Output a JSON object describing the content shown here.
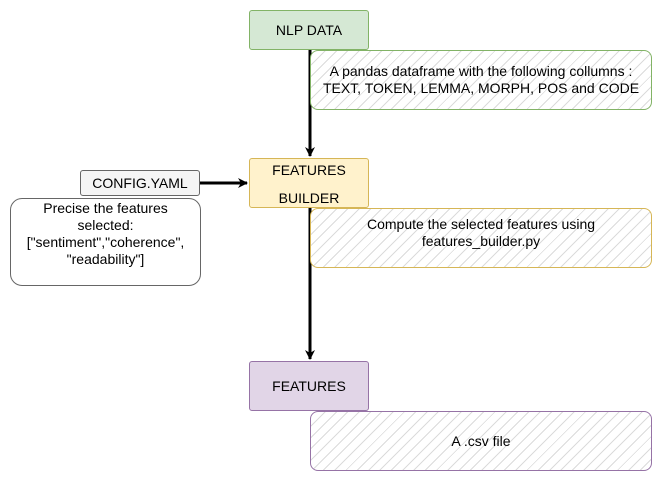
{
  "nodes": {
    "nlp_data": {
      "label": "NLP DATA"
    },
    "nlp_data_note": {
      "line1": "A pandas dataframe with the following collumns :",
      "line2": "TEXT, TOKEN, LEMMA, MORPH, POS and CODE"
    },
    "features_builder": {
      "line1": "FEATURES",
      "line2": "BUILDER"
    },
    "builder_note": {
      "line1": "Compute the selected features using",
      "line2": "features_builder.py"
    },
    "config": {
      "label": "CONFIG.YAML"
    },
    "config_note": {
      "line1": "Precise the features",
      "line2": "selected:",
      "line3": "[\"sentiment\",\"coherence\",",
      "line4": "\"readability\"]"
    },
    "features": {
      "label": "FEATURES"
    },
    "features_note": {
      "label": "A .csv file"
    }
  },
  "colors": {
    "green_fill": "#d5e8d4",
    "green_stroke": "#82b366",
    "yellow_fill": "#fff2cc",
    "yellow_stroke": "#d6b656",
    "purple_fill": "#e1d5e7",
    "purple_stroke": "#9673a6",
    "gray_fill": "#f5f5f5",
    "gray_stroke": "#666666",
    "edge": "#000000"
  }
}
